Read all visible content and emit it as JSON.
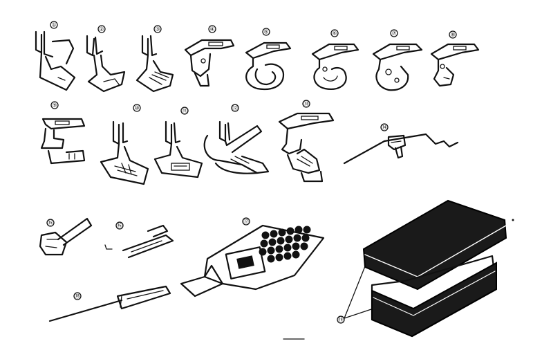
{
  "diagram": {
    "parts": [
      {
        "id": "part-01",
        "label": "①"
      },
      {
        "id": "part-02",
        "label": "②"
      },
      {
        "id": "part-03",
        "label": "③"
      },
      {
        "id": "part-04",
        "label": "④"
      },
      {
        "id": "part-05",
        "label": "⑤"
      },
      {
        "id": "part-06",
        "label": "⑥"
      },
      {
        "id": "part-07",
        "label": "⑦"
      },
      {
        "id": "part-08",
        "label": "⑧"
      },
      {
        "id": "part-09",
        "label": "⑨"
      },
      {
        "id": "part-10",
        "label": "⑩"
      },
      {
        "id": "part-11",
        "label": "⑪"
      },
      {
        "id": "part-12",
        "label": "⑫"
      },
      {
        "id": "part-13",
        "label": "⑬"
      },
      {
        "id": "part-14",
        "label": "⑭"
      },
      {
        "id": "part-15",
        "label": "⑮"
      },
      {
        "id": "part-16",
        "label": "⑯"
      },
      {
        "id": "part-17",
        "label": "⑰"
      },
      {
        "id": "part-18",
        "label": "⑱"
      },
      {
        "id": "part-19",
        "label": "⑲"
      }
    ]
  }
}
